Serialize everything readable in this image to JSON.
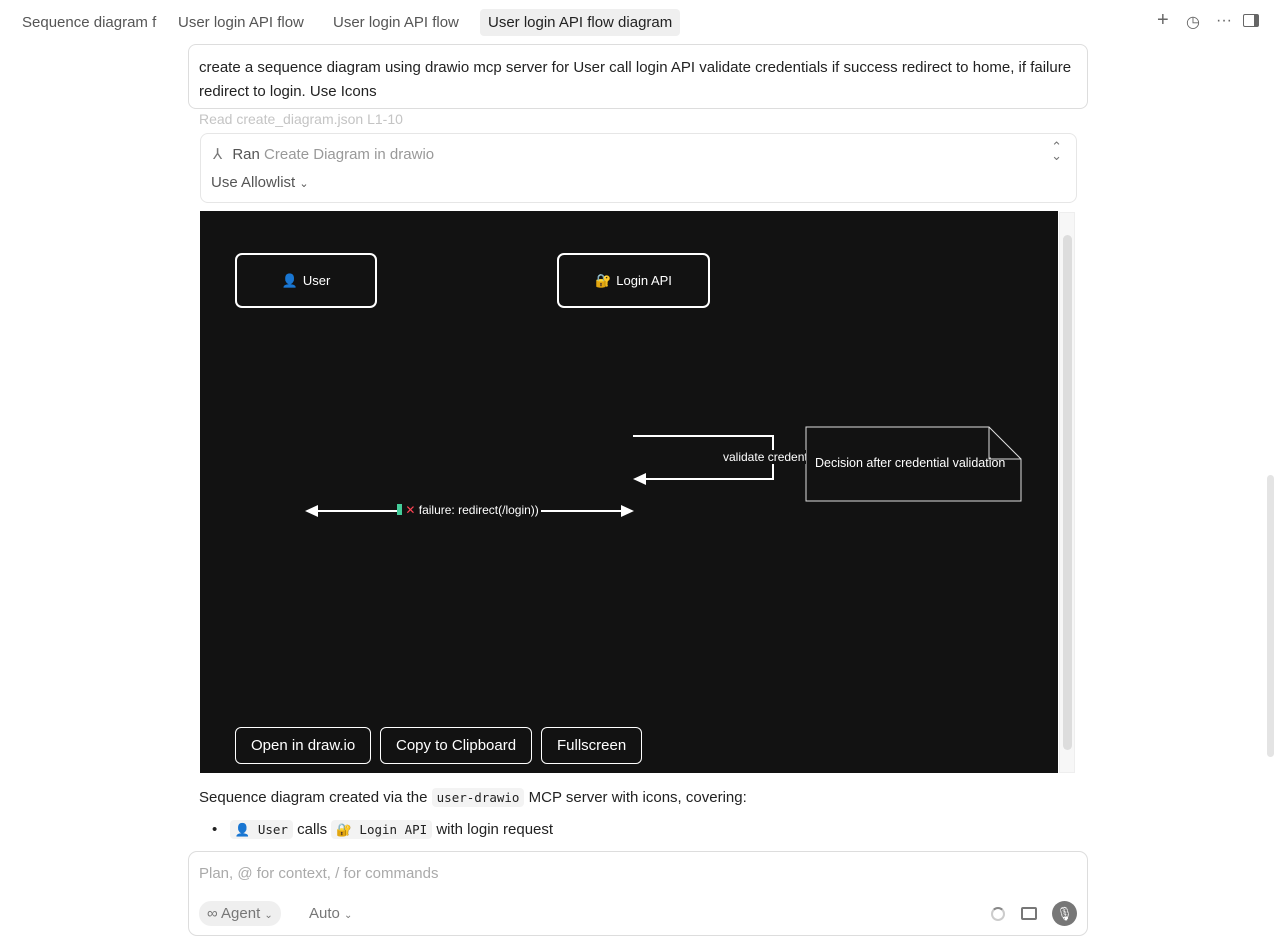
{
  "tabs": [
    {
      "label": "Sequence diagram f"
    },
    {
      "label": "User login API flow"
    },
    {
      "label": "User login API flow"
    },
    {
      "label": "User login API flow diagram",
      "active": true
    }
  ],
  "toolbar_icons": [
    "plus-icon",
    "history-icon",
    "more-icon",
    "sidebar-toggle-icon"
  ],
  "user_message": "create a sequence diagram using drawio mcp server for User call login API validate credentials if success redirect to home, if failure redirect to login. Use Icons",
  "faded_line": "Read create_diagram.json L1-10",
  "tool_card": {
    "verb": "Ran",
    "tool": "Create Diagram in drawio",
    "allowlist": "Use Allowlist"
  },
  "diagram": {
    "user_node": {
      "icon": "👤",
      "label": "User"
    },
    "api_node": {
      "icon": "🔐",
      "label": "Login API"
    },
    "self_msg": "validate credent",
    "note": "Decision after credential validation",
    "failure_msg": "failure: redirect(/login))",
    "buttons": [
      "Open in draw.io",
      "Copy to Clipboard",
      "Fullscreen"
    ]
  },
  "response": {
    "pre": "Sequence diagram created via the",
    "code": "user-drawio",
    "post": "MCP server with icons, covering:",
    "bullet": {
      "user": "👤 User",
      "calls": "calls",
      "api": "🔐 Login API",
      "rest": "with login request"
    }
  },
  "composer": {
    "placeholder": "Plan, @ for context, / for commands",
    "mode": "Agent",
    "model": "Auto"
  }
}
